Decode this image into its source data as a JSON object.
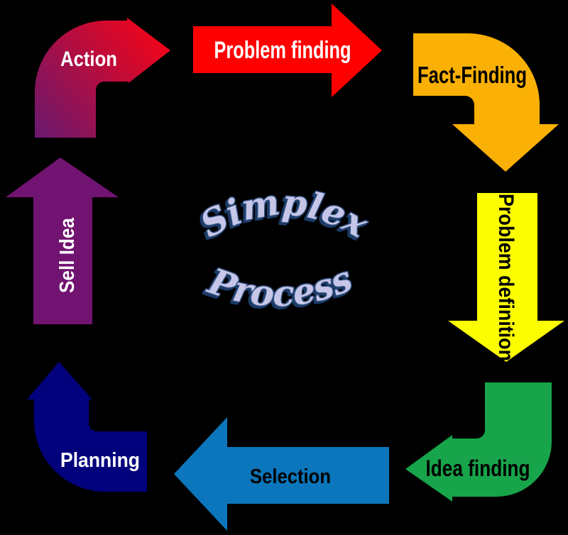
{
  "diagram": {
    "name": "Simplex Process cycle diagram",
    "background_color": "#000000",
    "center_title": {
      "line1": "Simplex",
      "line2": "Process",
      "fill_color": "#c6c6e9",
      "outline_color": "#2e4d7b",
      "shadow_color": "#1b3a66"
    },
    "steps": [
      {
        "label": "Action",
        "shape": "curved-arrow-up-to-right",
        "label_color": "#ffffff",
        "colors": {
          "gradient_start": "#681970",
          "gradient_end": "#fb0213"
        }
      },
      {
        "label": "Problem finding",
        "shape": "arrow-right",
        "label_color": "#ffffff",
        "colors": {
          "fill": "#fe0000"
        }
      },
      {
        "label": "Fact-Finding",
        "shape": "curved-arrow-right-to-down",
        "label_color": "#000000",
        "colors": {
          "fill": "#fbb005"
        }
      },
      {
        "label": "Problem definition",
        "shape": "arrow-down",
        "label_color": "#000000",
        "colors": {
          "fill": "#fdfd02"
        }
      },
      {
        "label": "Idea finding",
        "shape": "curved-arrow-down-to-left",
        "label_color": "#000000",
        "colors": {
          "fill": "#17a44a"
        }
      },
      {
        "label": "Selection",
        "shape": "arrow-left",
        "label_color": "#000000",
        "colors": {
          "fill": "#0b76bb"
        }
      },
      {
        "label": "Planning",
        "shape": "curved-arrow-left-to-up",
        "label_color": "#ffffff",
        "colors": {
          "fill": "#02027c"
        }
      },
      {
        "label": "Sell Idea",
        "shape": "arrow-up",
        "label_color": "#ffffff",
        "colors": {
          "fill": "#711371"
        }
      }
    ]
  }
}
